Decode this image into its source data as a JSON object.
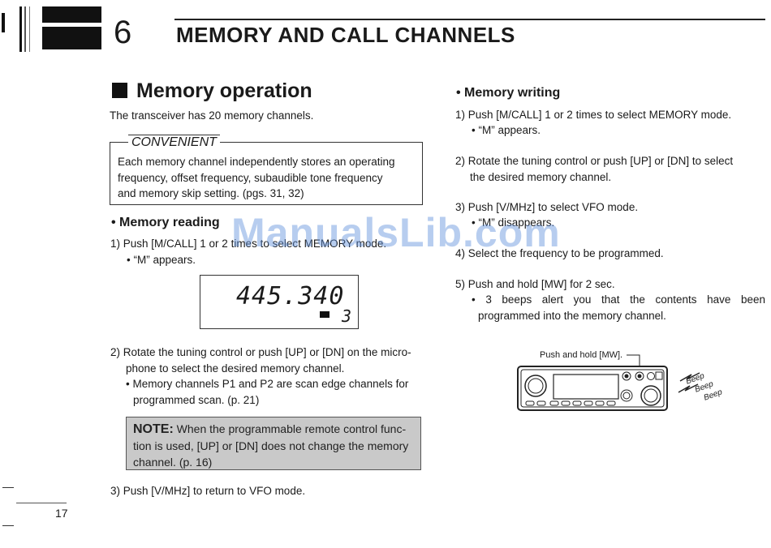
{
  "chapter": {
    "number": "6",
    "title": "MEMORY AND CALL CHANNELS"
  },
  "section": {
    "title": "Memory operation"
  },
  "intro": "The transceiver has 20 memory channels.",
  "convenient": {
    "label": "CONVENIENT",
    "lines": [
      "Each memory channel independently stores an operating",
      "frequency, offset frequency, subaudible tone frequency",
      "and memory skip setting. (pgs. 31, 32)"
    ]
  },
  "reading": {
    "heading": "• Memory reading",
    "step1_line1": "1) Push [M/CALL] 1 or 2 times to select MEMORY mode.",
    "step1_bullet": "• “M” appears.",
    "display": {
      "frequency": "445.340",
      "channel": "3"
    },
    "step2_lines": [
      "2) Rotate the tuning control or push [UP] or [DN] on the micro-",
      "phone to select the desired memory channel.",
      "• Memory channels P1 and P2 are scan edge channels for",
      "programmed scan. (p. 21)"
    ],
    "note": {
      "label": "NOTE:",
      "line1": " When the programmable remote control func-",
      "line2": "tion is used, [UP] or [DN] does not change the memory",
      "line3": "channel. (p. 16)"
    },
    "step3": "3) Push [V/MHz] to return to VFO mode."
  },
  "writing": {
    "heading": "• Memory writing",
    "step1": "1) Push [M/CALL] 1 or 2 times to select MEMORY mode.",
    "step1_bullet": "• “M” appears.",
    "step2_line1": "2) Rotate the tuning control or push [UP] or [DN] to select",
    "step2_line2": "the desired memory channel.",
    "step3": "3) Push [V/MHz] to select VFO mode.",
    "step3_bullet": "• “M” disappears.",
    "step4": "4) Select the frequency to be programmed.",
    "step5": "5) Push and hold [MW] for 2 sec.",
    "step5_bullet_line1": "• 3 beeps alert you that the contents have been",
    "step5_bullet_line2": "programmed into the memory channel.",
    "figure_label": "Push and hold [MW].",
    "beeps": [
      "Beep",
      "Beep",
      "Beep"
    ]
  },
  "page_number": "17",
  "watermark": "ManualsLib.com"
}
